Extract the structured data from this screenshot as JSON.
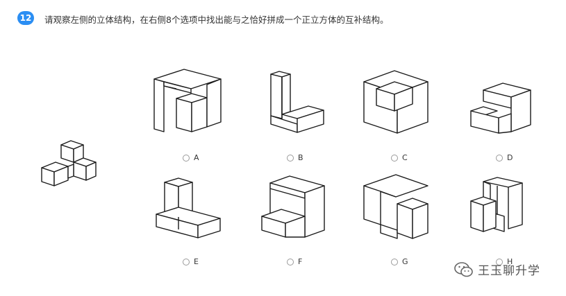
{
  "question": {
    "number": "12",
    "text": "请观察左侧的立体结构，在右侧8个选项中找出能与之恰好拼成一个正立方体的互补结构。"
  },
  "options": {
    "a": "A",
    "b": "B",
    "c": "C",
    "d": "D",
    "e": "E",
    "f": "F",
    "g": "G",
    "h": "H"
  },
  "watermark": {
    "text": "王玉聊升学",
    "icon": "wechat-icon"
  }
}
